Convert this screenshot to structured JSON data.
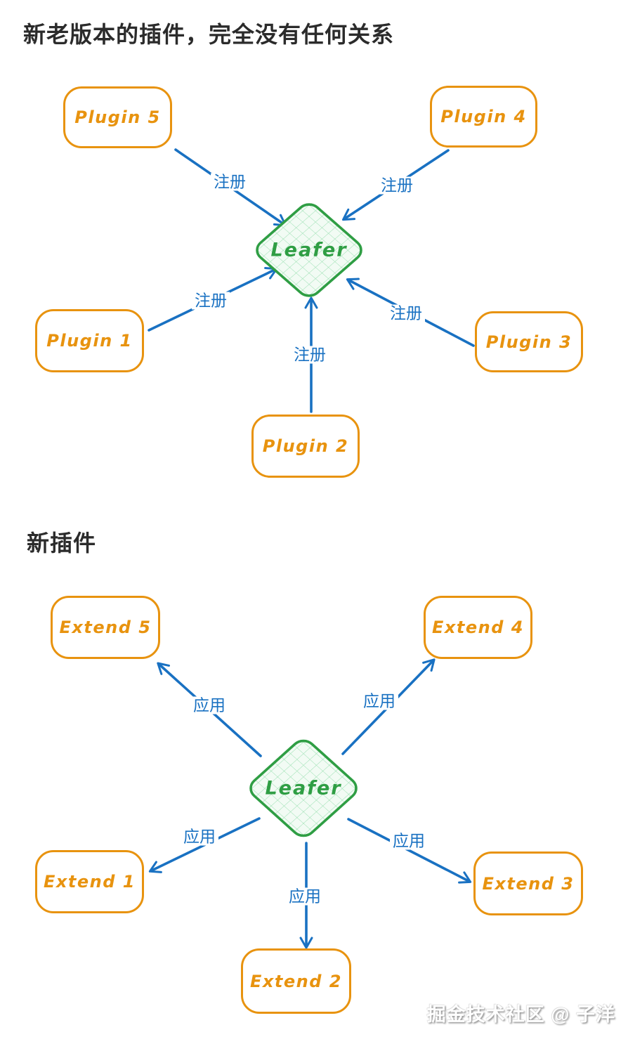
{
  "colors": {
    "orange": "#e8930f",
    "blue": "#1971c2",
    "green": "#2f9e44",
    "hatch_line": "#9be0b2",
    "hatch_background": "#f2fbf4",
    "title_text": "#2b2b2b"
  },
  "old": {
    "title": "新老版本的插件，完全没有任何关系",
    "center": "Leafer",
    "edge_label": "注册",
    "nodes": [
      {
        "label": "Plugin 5"
      },
      {
        "label": "Plugin 4"
      },
      {
        "label": "Plugin 1"
      },
      {
        "label": "Plugin 3"
      },
      {
        "label": "Plugin 2"
      }
    ]
  },
  "new": {
    "title": "新插件",
    "center": "Leafer",
    "edge_label": "应用",
    "nodes": [
      {
        "label": "Extend 5"
      },
      {
        "label": "Extend 4"
      },
      {
        "label": "Extend 1"
      },
      {
        "label": "Extend 3"
      },
      {
        "label": "Extend 2"
      }
    ]
  },
  "watermark": "掘金技术社区 @ 子洋"
}
